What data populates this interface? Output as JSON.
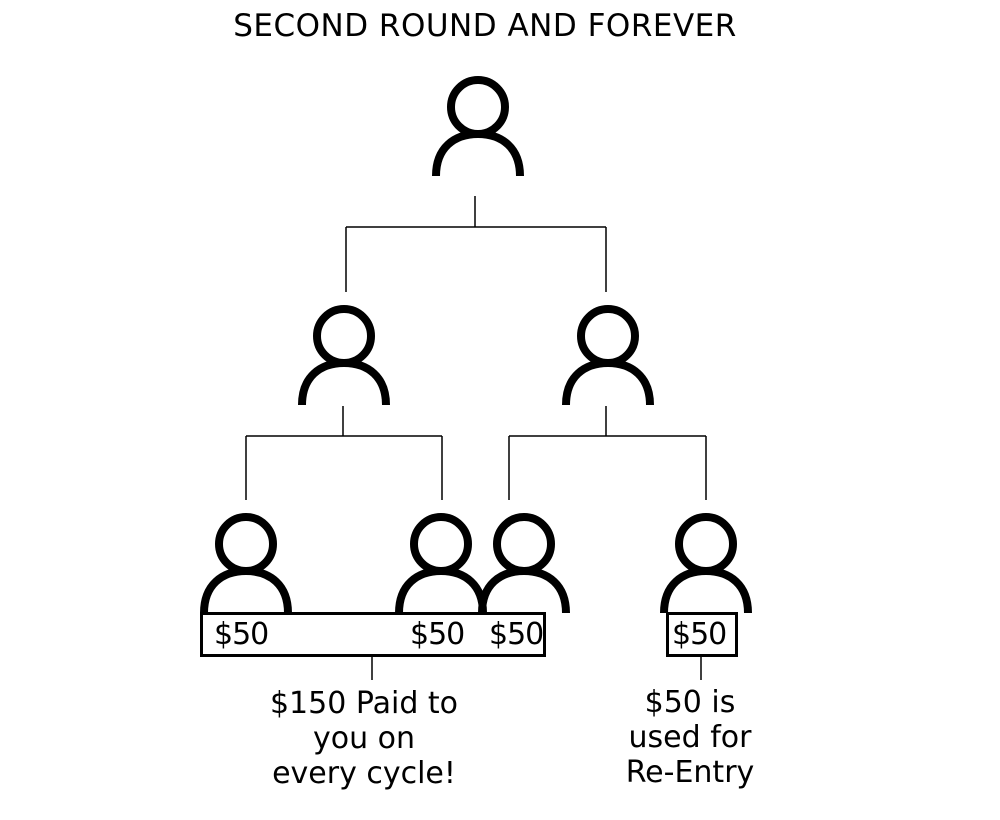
{
  "diagram": {
    "title": "SECOND ROUND AND FOREVER",
    "payout_amounts": [
      "$50",
      "$50",
      "$50"
    ],
    "reentry_amount": "$50",
    "payout_caption": [
      "$150 Paid to",
      "you on",
      "every cycle!"
    ],
    "reentry_caption": [
      "$50 is",
      "used for",
      "Re-Entry"
    ]
  }
}
